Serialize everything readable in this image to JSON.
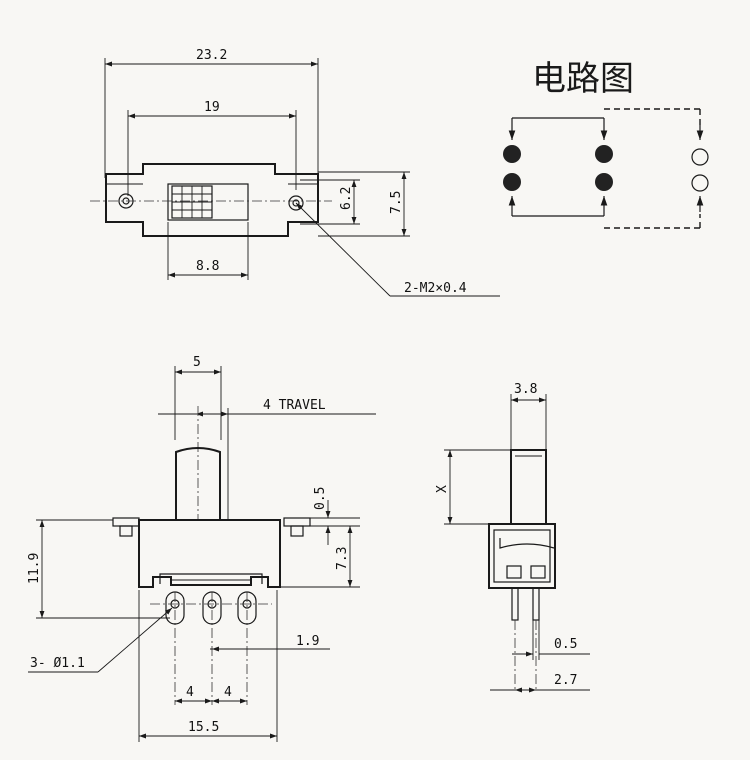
{
  "schematic": {
    "title": "电路图"
  },
  "top_view": {
    "dim_overall": "23.2",
    "dim_hole_pitch": "19",
    "dim_window": "8.8",
    "dim_height_inner": "6.2",
    "dim_height_outer": "7.5",
    "screw_callout": "2-M2×0.4"
  },
  "front_view": {
    "dim_knob": "5",
    "travel": "4  TRAVEL",
    "dim_flange": "0.5",
    "dim_body": "7.3",
    "dim_total_height": "11.9",
    "pin_callout": "3- Ø1.1",
    "dim_pin_pitch_1": "4",
    "dim_pin_pitch_2": "4",
    "dim_pin_offset": "1.9",
    "dim_body_width": "15.5"
  },
  "side_view": {
    "dim_knob_width": "3.8",
    "dim_x": "X",
    "dim_pin_thickness": "0.5",
    "dim_pin_width": "2.7"
  }
}
